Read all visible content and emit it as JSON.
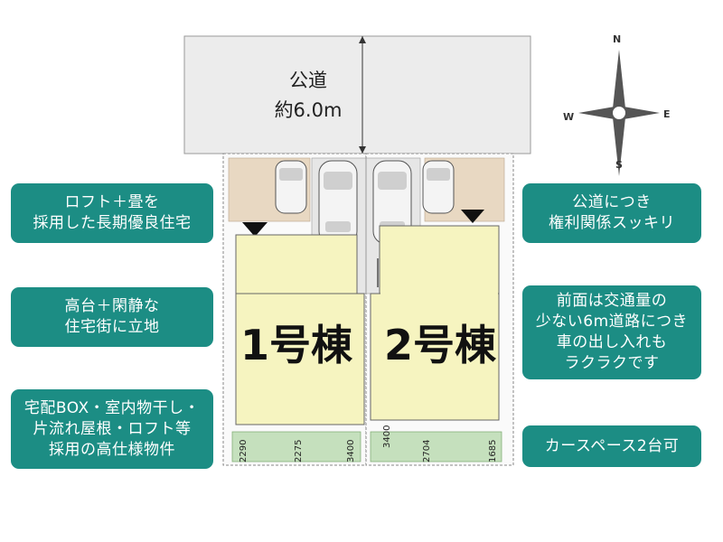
{
  "road": {
    "label": "公道",
    "width": "約6.0m"
  },
  "compass": {
    "n": "N",
    "e": "E",
    "s": "S",
    "w": "W"
  },
  "buildings": [
    {
      "label": "1号棟"
    },
    {
      "label": "2号棟"
    }
  ],
  "dimensions": [
    "2290",
    "2275",
    "3400",
    "3400",
    "2704",
    "1685"
  ],
  "left_callouts": [
    {
      "text": "ロフト＋畳を\n採用した長期優良住宅"
    },
    {
      "text": "高台＋閑静な\n住宅街に立地"
    },
    {
      "text": "宅配BOX・室内物干し・\n片流れ屋根・ロフト等\n採用の高仕様物件"
    }
  ],
  "right_callouts": [
    {
      "text": "公道につき\n権利関係スッキリ"
    },
    {
      "text": "前面は交通量の\n少ない6m道路につき\n車の出し入れも\nラクラクです"
    },
    {
      "text": "カースペース2台可"
    }
  ],
  "colors": {
    "callout_bg": "#1c8d84",
    "road_fill": "#ececec",
    "building_fill": "#f6f4c0",
    "paving_fill": "#e8d8c2",
    "lawn_fill": "#c5e0bd"
  }
}
